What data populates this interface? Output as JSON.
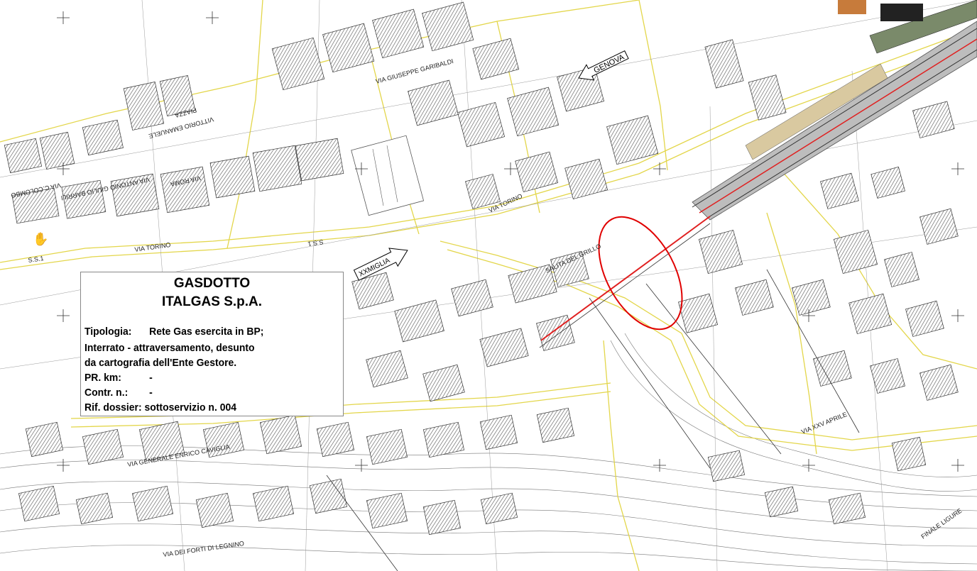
{
  "legend": {
    "title_1": "GASDOTTO",
    "title_2": "ITALGAS S.p.A.",
    "tipologia_key": "Tipologia:",
    "tipologia_value": "Rete Gas esercita in BP;",
    "line_2": "Interrato - attraversamento, desunto",
    "line_3": "da cartografia dell'Ente Gestore.",
    "pr_key": "PR. km:",
    "pr_value": "-",
    "contr_key": "Contr. n.:",
    "contr_value": "-",
    "rif_key": "Rif. dossier:",
    "rif_value": "sottoservizio n. 004"
  },
  "map_labels": {
    "genova": "GENOVA",
    "xxmiglia": "XXMIGLIA",
    "via_torino": "VIA TORINO",
    "via_torino_2": "VIA TORINO",
    "ss1": "S.S.1",
    "ss1_b": "S.S.1",
    "via_roma": "VIA ROMA",
    "piazza": "PIAZZA",
    "vittorio_emanuele": "VITTORIO EMANUELE",
    "via_garibaldi": "VIA GIUSEPPE GARIBALDI",
    "via_colombo": "VIA C.COLOMBO",
    "via_barbiu": "VIA ANTONIO GIULIO BARRILI",
    "via_generale": "VIA GENERALE ENRICO CAVIGLIA",
    "via_xxv_aprile": "VIA XXV APRILE",
    "finale_ligure": "FINALE LIGURE",
    "via_dei_forti": "VIA DEI FORTI DI LEGNINO",
    "salita_grillo": "SALITA DEL GRILLO"
  },
  "colors": {
    "road": "#e3d64a",
    "gas_line": "#e02020",
    "highlight_ellipse": "#e00000",
    "building_hatch": "#555555",
    "railway": "#9a9a9a"
  }
}
